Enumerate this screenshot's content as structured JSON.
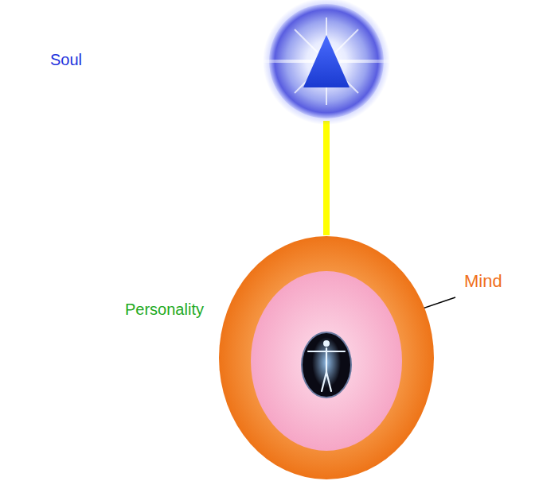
{
  "diagram": {
    "nodes": [
      {
        "text": [
          "Soul"
        ]
      },
      {
        "text": [
          "Personality"
        ]
      }
    ],
    "edges": [
      {
        "from": 0,
        "to": 1,
        "arrow": "none"
      }
    ],
    "labels": [
      "Mind"
    ]
  }
}
